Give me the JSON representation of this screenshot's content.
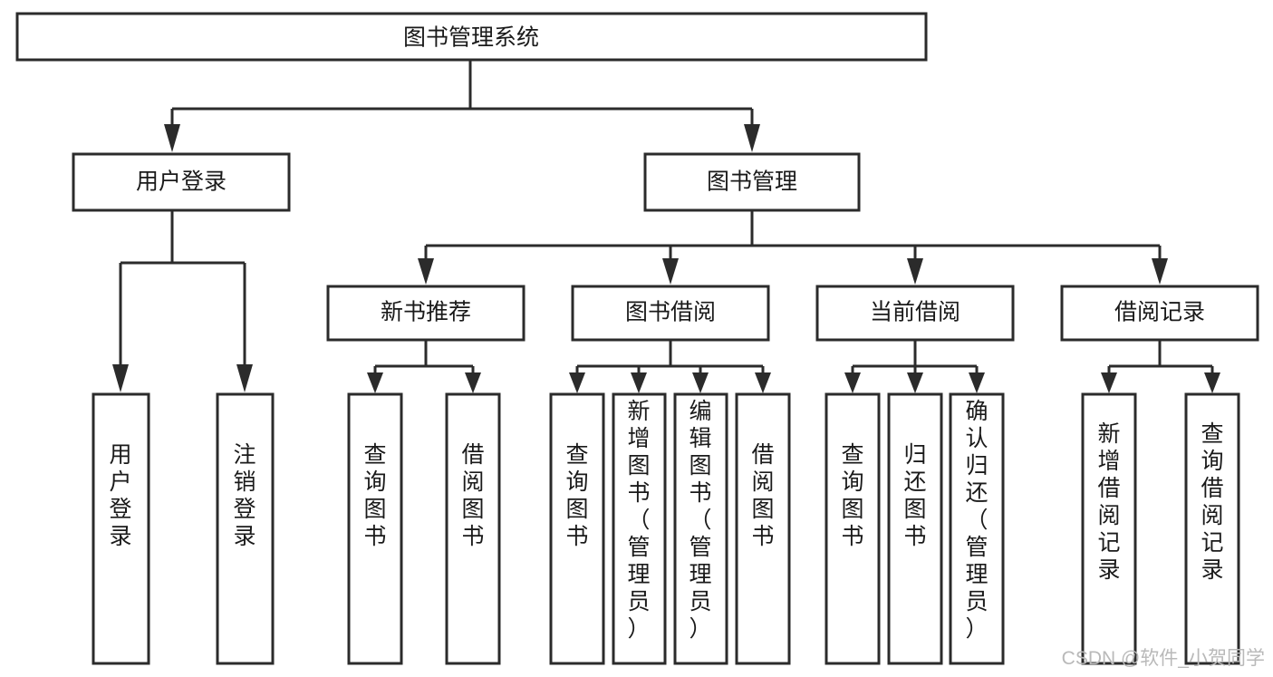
{
  "diagram": {
    "type": "tree-hierarchy",
    "title": "图书管理系统",
    "root": {
      "id": "root",
      "label": "图书管理系统"
    },
    "level2": [
      {
        "id": "user-login",
        "label": "用户登录"
      },
      {
        "id": "book-manage",
        "label": "图书管理"
      }
    ],
    "level3": [
      {
        "id": "new-book-recommend",
        "label": "新书推荐"
      },
      {
        "id": "book-borrow",
        "label": "图书借阅"
      },
      {
        "id": "current-borrow",
        "label": "当前借阅"
      },
      {
        "id": "borrow-record",
        "label": "借阅记录"
      }
    ],
    "leaves": {
      "user-login": [
        {
          "id": "leaf-user-login",
          "label": "用户登录"
        },
        {
          "id": "leaf-logout-login",
          "label": "注销登录"
        }
      ],
      "new-book-recommend": [
        {
          "id": "leaf-query-book-1",
          "label": "查询图书"
        },
        {
          "id": "leaf-borrow-book-1",
          "label": "借阅图书"
        }
      ],
      "book-borrow": [
        {
          "id": "leaf-query-book-2",
          "label": "查询图书"
        },
        {
          "id": "leaf-add-book",
          "label": "新增图书（管理员）"
        },
        {
          "id": "leaf-edit-book",
          "label": "编辑图书（管理员）"
        },
        {
          "id": "leaf-borrow-book-2",
          "label": "借阅图书"
        }
      ],
      "current-borrow": [
        {
          "id": "leaf-query-book-3",
          "label": "查询图书"
        },
        {
          "id": "leaf-return-book",
          "label": "归还图书"
        },
        {
          "id": "leaf-confirm-return",
          "label": "确认归还（管理员）"
        }
      ],
      "borrow-record": [
        {
          "id": "leaf-add-record",
          "label": "新增借阅记录"
        },
        {
          "id": "leaf-query-record",
          "label": "查询借阅记录"
        }
      ]
    }
  },
  "watermark": {
    "text": "CSDN @软件_小贺同学"
  },
  "colors": {
    "stroke": "#2b2b2b",
    "fill": "#ffffff",
    "text": "#1a1a1a",
    "watermark": "#b9b9b9"
  }
}
